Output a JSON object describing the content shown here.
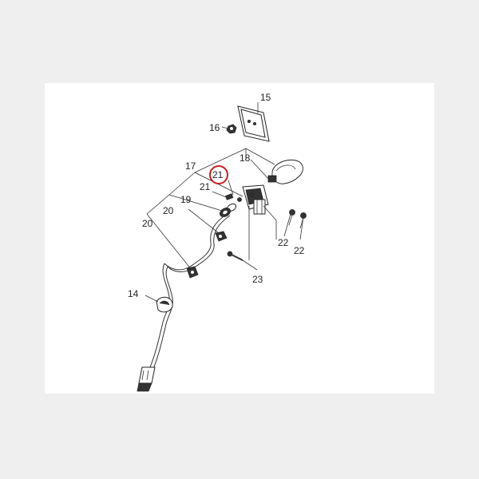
{
  "diagram": {
    "callouts": [
      {
        "id": "c15",
        "label": "15"
      },
      {
        "id": "c16",
        "label": "16"
      },
      {
        "id": "c18",
        "label": "18"
      },
      {
        "id": "c17",
        "label": "17"
      },
      {
        "id": "c21a",
        "label": "21"
      },
      {
        "id": "c21b",
        "label": "21"
      },
      {
        "id": "c19",
        "label": "19"
      },
      {
        "id": "c20a",
        "label": "20"
      },
      {
        "id": "c20b",
        "label": "20"
      },
      {
        "id": "c22a",
        "label": "22"
      },
      {
        "id": "c22b",
        "label": "22"
      },
      {
        "id": "c23",
        "label": "23"
      },
      {
        "id": "c14",
        "label": "14"
      }
    ],
    "highlight": {
      "target": "21",
      "color": "#d11a1a"
    },
    "colors": {
      "background": "#efefef",
      "sheet": "#ffffff",
      "line": "#333333"
    }
  }
}
